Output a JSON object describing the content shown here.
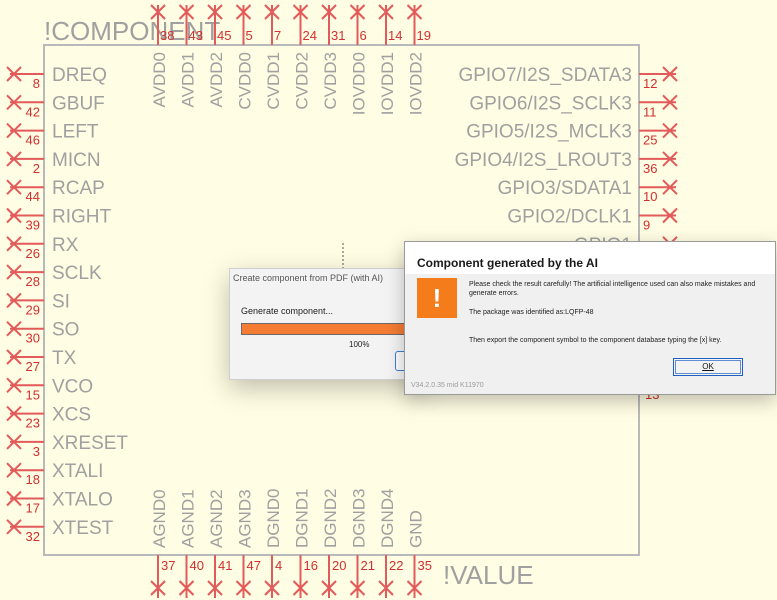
{
  "schematic": {
    "component_label": "!COMPONENT",
    "value_label": "!VALUE",
    "colors": {
      "outline": "#b9b9b9",
      "text": "#a0a0a0",
      "pin_number": "#d23030",
      "pin_x": "#e25a5a",
      "background": "#fffde3"
    },
    "left_pins": [
      {
        "name": "DREQ",
        "num": "8"
      },
      {
        "name": "GBUF",
        "num": "42"
      },
      {
        "name": "LEFT",
        "num": "46"
      },
      {
        "name": "MICN",
        "num": "2"
      },
      {
        "name": "RCAP",
        "num": "44"
      },
      {
        "name": "RIGHT",
        "num": "39"
      },
      {
        "name": "RX",
        "num": "26"
      },
      {
        "name": "SCLK",
        "num": "28"
      },
      {
        "name": "SI",
        "num": "29"
      },
      {
        "name": "SO",
        "num": "30"
      },
      {
        "name": "TX",
        "num": "27"
      },
      {
        "name": "VCO",
        "num": "15"
      },
      {
        "name": "XCS",
        "num": "23"
      },
      {
        "name": "XRESET",
        "num": "3"
      },
      {
        "name": "XTALI",
        "num": "18"
      },
      {
        "name": "XTALO",
        "num": "17"
      },
      {
        "name": "XTEST",
        "num": "32"
      }
    ],
    "right_pins": [
      {
        "name": "GPIO7/I2S_SDATA3",
        "num": "12"
      },
      {
        "name": "GPIO6/I2S_SCLK3",
        "num": "11"
      },
      {
        "name": "GPIO5/I2S_MCLK3",
        "num": "25"
      },
      {
        "name": "GPIO4/I2S_LROUT3",
        "num": "36"
      },
      {
        "name": "GPIO3/SDATA1",
        "num": "10"
      },
      {
        "name": "GPIO2/DCLK1",
        "num": "9"
      },
      {
        "name": "GPIO1",
        "num": ""
      }
    ],
    "right_hidden_extra_num": "13",
    "top_pins": [
      {
        "name": "AVDD0",
        "num": "38"
      },
      {
        "name": "AVDD1",
        "num": "43"
      },
      {
        "name": "AVDD2",
        "num": "45"
      },
      {
        "name": "CVDD0",
        "num": "5"
      },
      {
        "name": "CVDD1",
        "num": "7"
      },
      {
        "name": "CVDD2",
        "num": "24"
      },
      {
        "name": "CVDD3",
        "num": "31"
      },
      {
        "name": "IOVDD0",
        "num": "6"
      },
      {
        "name": "IOVDD1",
        "num": "14"
      },
      {
        "name": "IOVDD2",
        "num": "19"
      }
    ],
    "bottom_pins": [
      {
        "name": "AGND0",
        "num": "37"
      },
      {
        "name": "AGND1",
        "num": "40"
      },
      {
        "name": "AGND2",
        "num": "41"
      },
      {
        "name": "AGND3",
        "num": "47"
      },
      {
        "name": "DGND0",
        "num": "4"
      },
      {
        "name": "DGND1",
        "num": "16"
      },
      {
        "name": "DGND2",
        "num": "20"
      },
      {
        "name": "DGND3",
        "num": "21"
      },
      {
        "name": "DGND4",
        "num": "22"
      },
      {
        "name": "GND",
        "num": "35"
      }
    ]
  },
  "progress_dialog": {
    "title": "Create component from PDF (with AI)",
    "status": "Generate component...",
    "percent_text": "100%",
    "progress": 1.0,
    "bar_color": "#f47c33"
  },
  "ai_dialog": {
    "title": "Component generated by the AI",
    "icon": "exclamation-warning-icon",
    "message_1": "Please check the result carefully! The artificial intelligence used can also make mistakes and generate errors.",
    "message_2": "The package was identified as:LQFP-48",
    "message_3": "Then export the component symbol to the component database typing the [x] key.",
    "ok_label": "OK",
    "version": "V34.2.0.35 mid K11970"
  }
}
